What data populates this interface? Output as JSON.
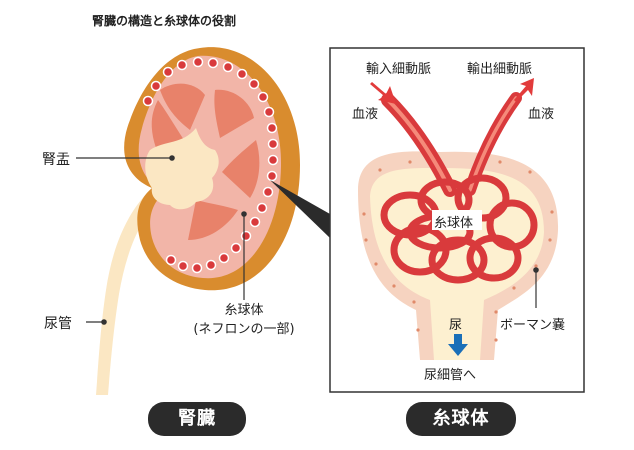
{
  "title": "腎臓の構造と糸球体の役割",
  "kidney": {
    "label_renal_pelvis": "腎盂",
    "label_ureter": "尿管",
    "label_glomerulus": "糸球体",
    "label_glomerulus_note": "(ネフロンの一部)",
    "caption": "腎臓"
  },
  "glomerulus_panel": {
    "label_afferent": "輸入細動脈",
    "label_efferent": "輸出細動脈",
    "label_blood_in": "血液",
    "label_blood_out": "血液",
    "label_center": "糸球体",
    "label_bowman": "ボーマン嚢",
    "label_urine": "尿",
    "label_tubule": "尿細管へ",
    "caption": "糸球体"
  },
  "colors": {
    "cortex": "#f2b5a8",
    "medulla": "#e8826a",
    "capsule": "#d98c2e",
    "pelvis": "#fbe7c3",
    "vessel": "#d93a3c",
    "arrow_blue": "#1a6fb8"
  }
}
